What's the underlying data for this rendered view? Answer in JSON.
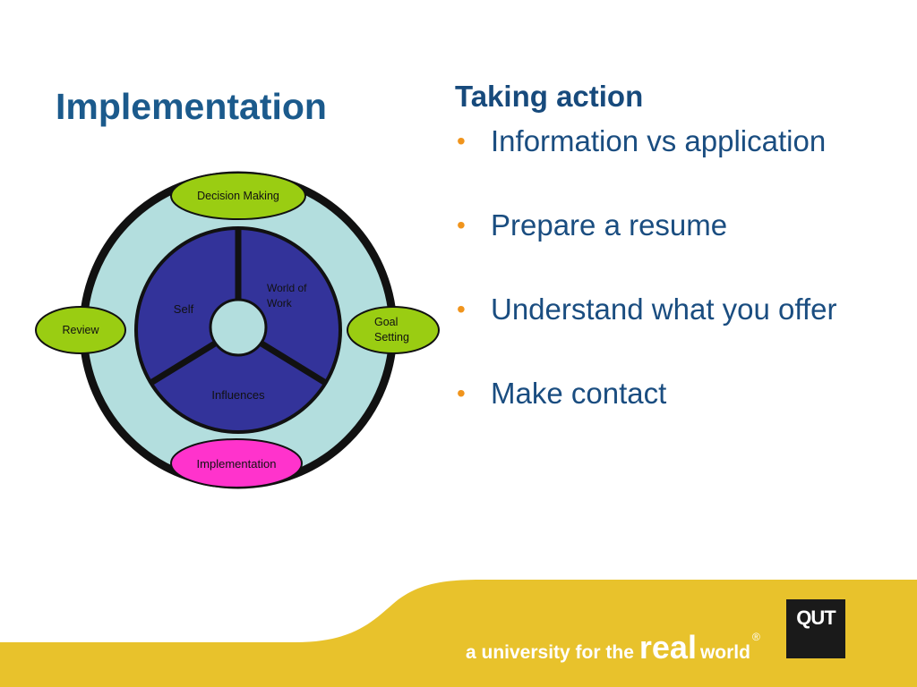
{
  "slide": {
    "title": "Implementation"
  },
  "diagram": {
    "center_sections": [
      "Self",
      "World of",
      "Work",
      "Influences"
    ],
    "nodes": {
      "decision_making": "Decision Making",
      "goal": "Goal",
      "setting": "Setting",
      "implementation": "Implementation",
      "review": "Review"
    },
    "colors": {
      "outer_ring": "#b3dede",
      "inner_circle": "#33339a",
      "green_node": "#9acd12",
      "highlight_node": "#ff33cc",
      "stroke": "#111111"
    }
  },
  "content": {
    "heading": "Taking action",
    "bullets": [
      "Information vs application",
      "Prepare a resume",
      "Understand what you offer",
      "Make contact"
    ],
    "bullet_color": "#f0941c"
  },
  "footer": {
    "tagline_start": "a university for the",
    "tagline_real": "real",
    "tagline_world": "world",
    "registered": "®",
    "logo": "QUT",
    "band_color": "#e8c22c"
  }
}
